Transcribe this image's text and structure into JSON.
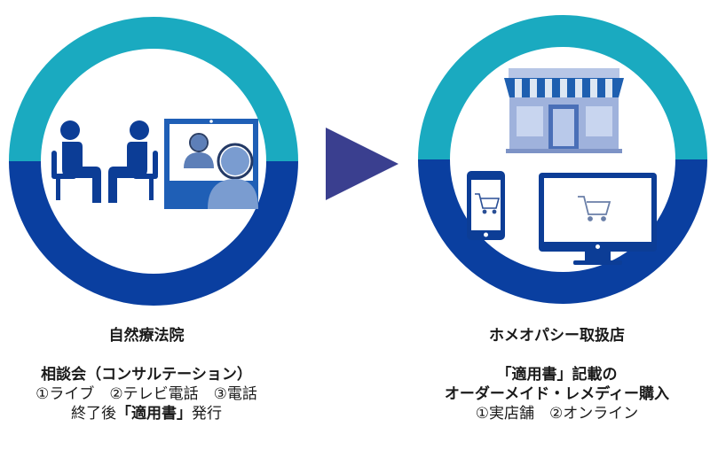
{
  "colors": {
    "ring_top": "#1aaac0",
    "ring_bottom": "#0a3fa0",
    "arrow": "#3a3f8f",
    "person": "#0c3d96",
    "screen_bg": "#1f5fb6",
    "store_awning": "#1e5fb0"
  },
  "icons": [
    "person-icon",
    "video-call-icon",
    "store-icon",
    "smartphone-icon",
    "monitor-icon",
    "cart-icon"
  ],
  "left": {
    "title": "自然療法院",
    "line1": "相談会（コンサルテーション）",
    "line2": "①ライブ　②テレビ電話　③電話",
    "line3_prefix": "終了後",
    "line3_bold": "「適用書」",
    "line3_suffix": "発行"
  },
  "right": {
    "title": "ホメオパシー取扱店",
    "line1": "「適用書」記載の",
    "line2": "オーダーメイド・レメディー購入",
    "line3": "①実店舗　②オンライン"
  }
}
